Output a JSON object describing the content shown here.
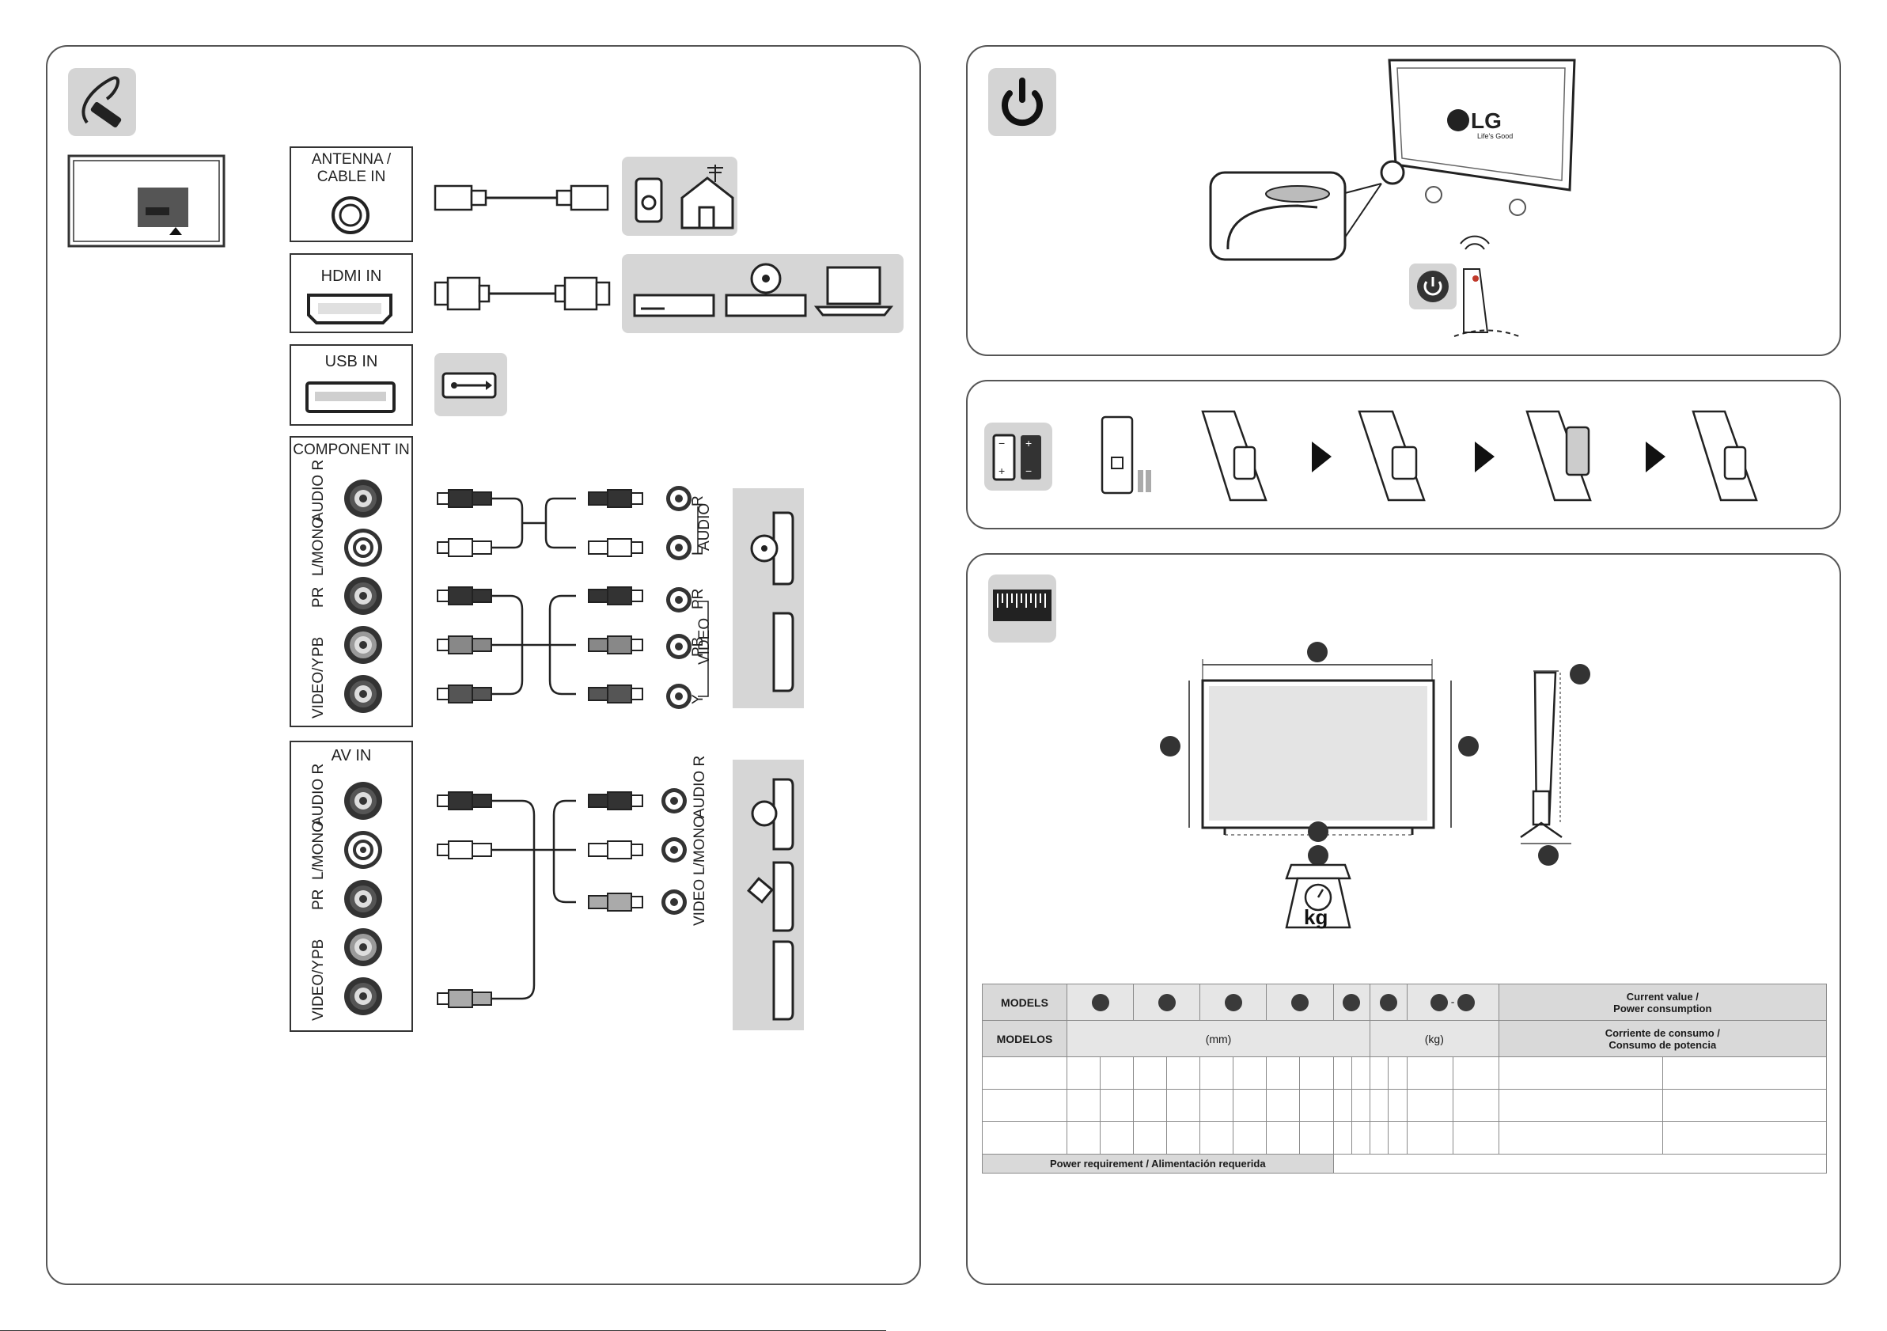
{
  "connections": {
    "antenna_label": "ANTENNA /\nCABLE IN",
    "hdmi_label": "HDMI IN",
    "usb_label": "USB IN",
    "component_label": "COMPONENT IN",
    "av_label": "AV IN",
    "port_labels": [
      "AUDIO R",
      "L/MONO",
      "PR",
      "PB",
      "VIDEO/Y"
    ],
    "component_right": {
      "audio": "AUDIO",
      "video": "VIDEO",
      "r": "R",
      "l": "L",
      "pr": "PR",
      "pb": "PB",
      "y": "Y"
    },
    "av_right": [
      "AUDIO R",
      "L/MONO",
      "VIDEO"
    ]
  },
  "power": {
    "brand": "LG",
    "tagline": "Life's Good"
  },
  "dimensions": {
    "unit_mm": "(mm)",
    "unit_kg": "(kg)",
    "kg_label": "kg"
  },
  "table": {
    "models_en": "MODELS",
    "models_es": "MODELOS",
    "current_en": "Current value /\nPower consumption",
    "current_es": "Corriente de consumo /\nConsumo de potencia",
    "power_req": "Power requirement / Alimentación requerida"
  },
  "colors": {
    "panel_border": "#5a5a5a",
    "icon_bg": "#d4d4d4",
    "device_bg": "#d6d6d6",
    "dark": "#2b2b2b"
  }
}
